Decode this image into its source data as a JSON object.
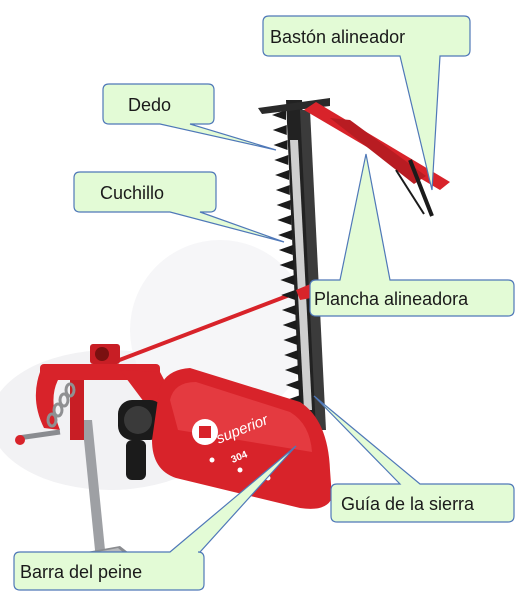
{
  "labels": {
    "baston": "Bastón alineador",
    "dedo": "Dedo",
    "cuchillo": "Cuchillo",
    "plancha": "Plancha alineadora",
    "guia": "Guía de la sierra",
    "barra": "Barra del peine"
  },
  "machine": {
    "brand_text": "superior",
    "model_text": "304"
  },
  "colors": {
    "callout_fill": "#e3fbd6",
    "callout_stroke": "#4f78b8",
    "machine_red": "#d8232a",
    "machine_dark": "#1b1b1b",
    "metal": "#a8a8a8"
  }
}
